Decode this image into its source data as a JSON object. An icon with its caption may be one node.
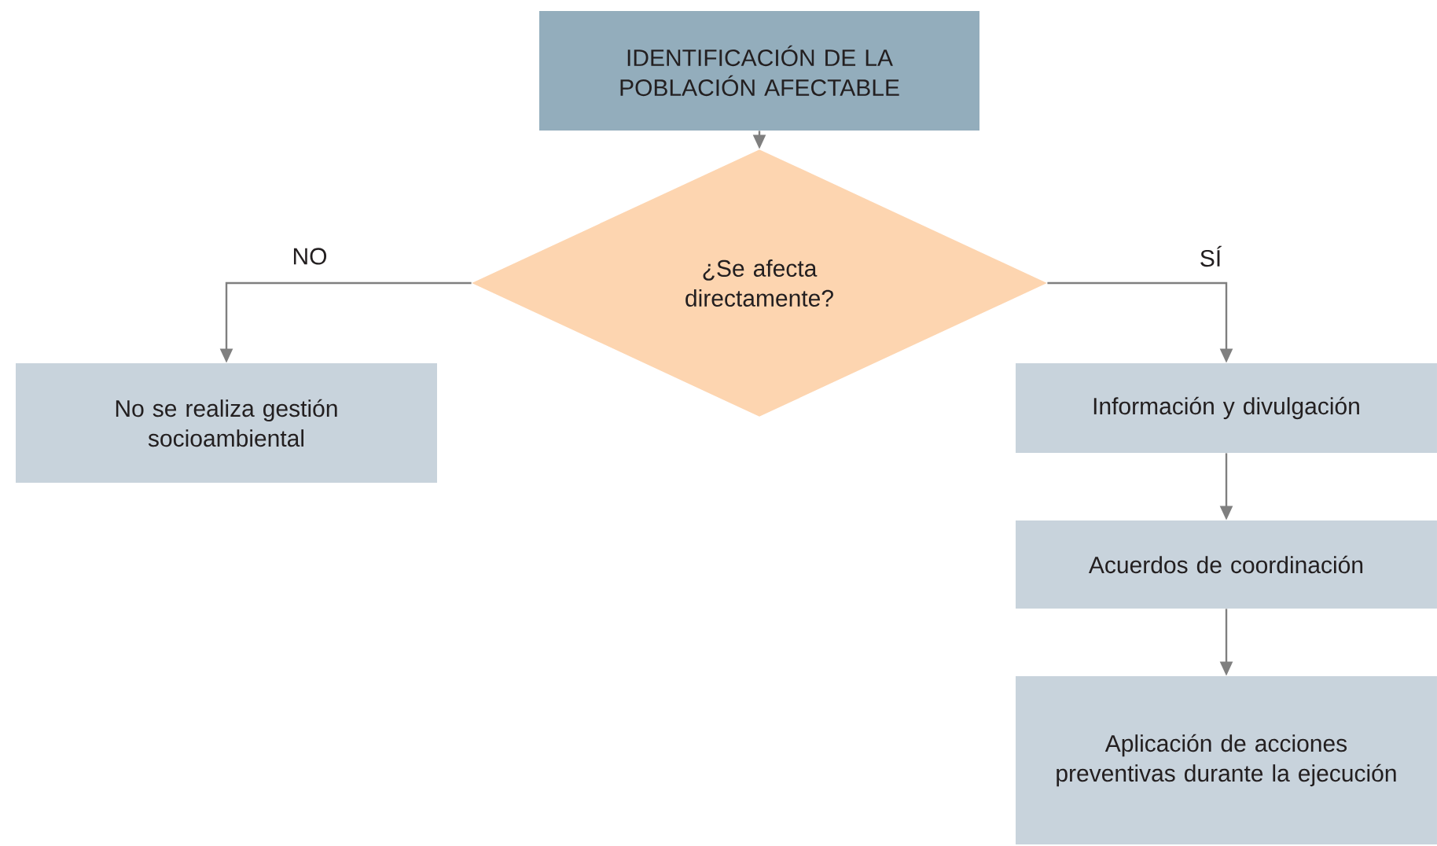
{
  "diagram": {
    "nodes": [
      {
        "text": [
          "IDENTIFICACIÓN DE LA POBLACIÓN AFECTABLE"
        ]
      },
      {
        "text": [
          "¿Se afecta directamente?"
        ]
      },
      {
        "text": [
          "No se realiza gestión socioambiental"
        ]
      },
      {
        "text": [
          "Información y divulgación"
        ]
      },
      {
        "text": [
          "Acuerdos de coordinación"
        ]
      },
      {
        "text": [
          "Aplicación de acciones preventivas durante la ejecución"
        ]
      }
    ],
    "edges": [
      {
        "from": 0,
        "to": 1,
        "arrow": "to"
      },
      {
        "from": 1,
        "to": 2,
        "arrow": "to",
        "label": "NO"
      },
      {
        "from": 1,
        "to": 3,
        "arrow": "to",
        "label": "SÍ"
      },
      {
        "from": 3,
        "to": 4,
        "arrow": "to"
      },
      {
        "from": 4,
        "to": 5,
        "arrow": "to"
      }
    ]
  }
}
